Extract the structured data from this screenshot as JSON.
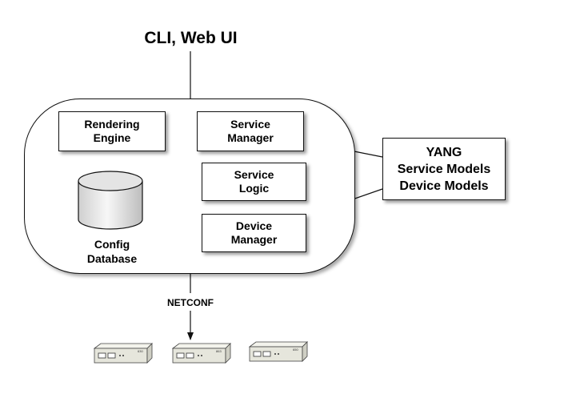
{
  "title": "CLI, Web UI",
  "components": {
    "rendering_engine": [
      "Rendering",
      "Engine"
    ],
    "service_manager": [
      "Service",
      "Manager"
    ],
    "service_logic": [
      "Service",
      "Logic"
    ],
    "device_manager": [
      "Device",
      "Manager"
    ],
    "config_database": [
      "Config",
      "Database"
    ]
  },
  "models": [
    "YANG",
    "Service Models",
    "Device Models"
  ],
  "protocol": "NETCONF",
  "devices": [
    {
      "icon": "network-device-icon",
      "label": "630"
    },
    {
      "icon": "network-device-icon",
      "label": "863"
    },
    {
      "icon": "network-device-icon",
      "label": "650"
    }
  ],
  "colors": {
    "line": "#111111",
    "device_body": "#e6e6dc",
    "device_top": "#f3f3ec"
  }
}
